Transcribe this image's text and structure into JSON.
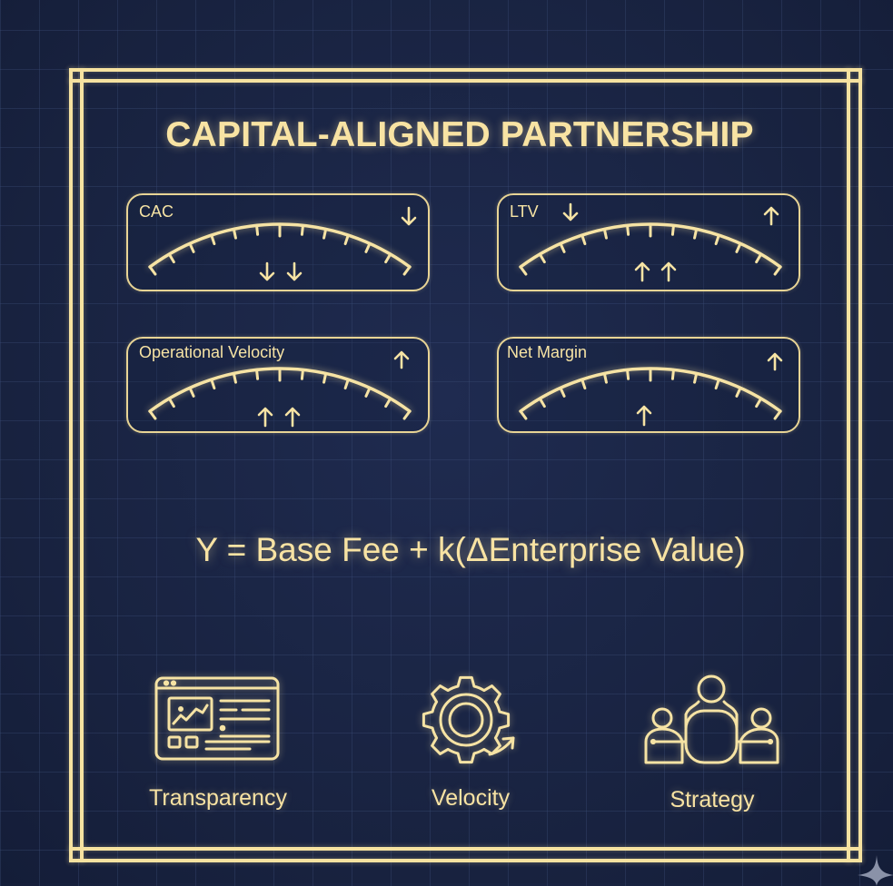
{
  "title": "CAPITAL-ALIGNED PARTNERSHIP",
  "colors": {
    "background": "#1a2545",
    "grid": "#243052",
    "accent": "#f6e2a0"
  },
  "gauges": [
    {
      "label": "CAC",
      "corner_arrow": "↓",
      "center_arrows": "↓↓",
      "corner_arrow_icon": "arrow-down-icon",
      "center_arrow_icon": "double-arrow-down-icon"
    },
    {
      "label": "LTV",
      "label_arrow": "↓",
      "corner_arrow": "↑",
      "center_arrows": "↑↑",
      "corner_arrow_icon": "arrow-up-icon",
      "center_arrow_icon": "double-arrow-up-icon"
    },
    {
      "label": "Operational Velocity",
      "corner_arrow": "↑",
      "center_arrows": "↑↑",
      "corner_arrow_icon": "arrow-up-icon",
      "center_arrow_icon": "double-arrow-up-icon"
    },
    {
      "label": "Net Margin",
      "corner_arrow": "↑",
      "center_arrows": "↑",
      "corner_arrow_icon": "arrow-up-icon",
      "center_arrow_icon": "arrow-up-icon"
    }
  ],
  "formula": "Y = Base Fee + k(ΔEnterprise Value)",
  "features": [
    {
      "label": "Transparency",
      "icon": "dashboard-window-icon"
    },
    {
      "label": "Velocity",
      "icon": "gear-arrow-icon"
    },
    {
      "label": "Strategy",
      "icon": "team-meeting-icon"
    }
  ]
}
